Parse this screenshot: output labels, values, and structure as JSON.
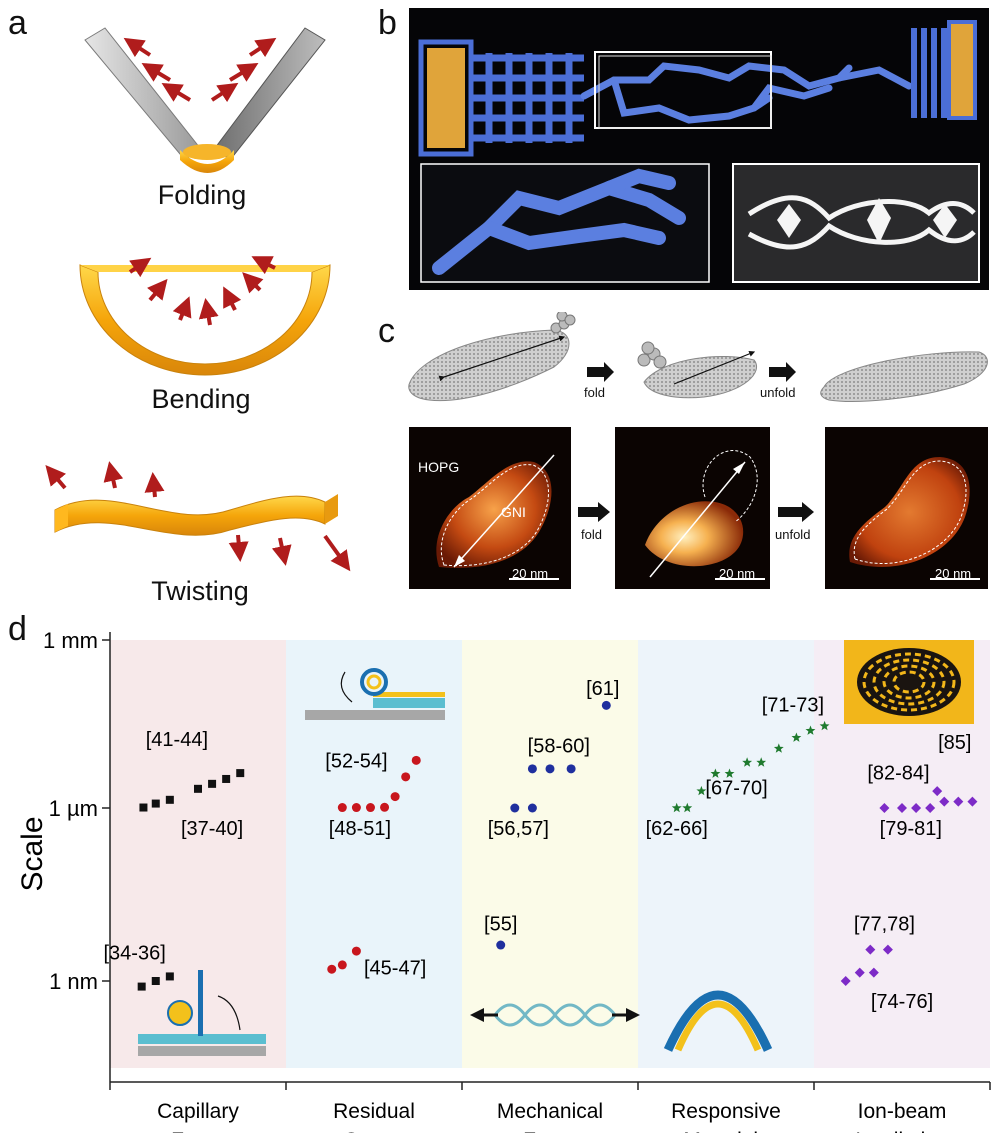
{
  "panels": {
    "a": {
      "label": "a",
      "modes": [
        "Folding",
        "Bending",
        "Twisting"
      ]
    },
    "b": {
      "label": "b"
    },
    "c": {
      "label": "c",
      "fold": "fold",
      "unfold": "unfold",
      "hopg": "HOPG",
      "gni": "GNI",
      "scalebar": "20 nm"
    },
    "d": {
      "label": "d"
    }
  },
  "chart_data": {
    "type": "scatter",
    "ylabel": "Scale",
    "yscale": "log",
    "yticks": [
      "1 nm",
      "1 µm",
      "1 mm"
    ],
    "categories": [
      "Capillary\nForce",
      "Residual\nStress",
      "Mechanical\nForce",
      "Responsive\nMaterials",
      "Ion-beam\nIrradiation"
    ],
    "category_lines": [
      [
        "Capillary",
        "Force"
      ],
      [
        "Residual",
        "Stress"
      ],
      [
        "Mechanical",
        "Force"
      ],
      [
        "Responsive",
        "Materials"
      ],
      [
        "Ion-beam",
        "Irradiation"
      ]
    ],
    "band_colors": [
      "#f7e9ea",
      "#e9f4fa",
      "#fbfbe8",
      "#edf4fa",
      "#f5edf5"
    ],
    "series": [
      {
        "name": "Capillary Force",
        "marker": "square",
        "color": "#111111",
        "points": [
          [
            0.18,
            0.8
          ],
          [
            0.26,
            1.0
          ],
          [
            0.34,
            1.2
          ],
          [
            0.19,
            1020.0
          ],
          [
            0.26,
            1200.0
          ],
          [
            0.34,
            1400.0
          ],
          [
            0.5,
            2200.0
          ],
          [
            0.58,
            2700.0
          ],
          [
            0.66,
            3300.0
          ],
          [
            0.74,
            4200.0
          ]
        ]
      },
      {
        "name": "Residual Stress",
        "marker": "circle",
        "color": "#c8161d",
        "points": [
          [
            0.26,
            1.6
          ],
          [
            0.32,
            1.9
          ],
          [
            0.4,
            3.3
          ],
          [
            0.32,
            1020.0
          ],
          [
            0.4,
            1020.0
          ],
          [
            0.48,
            1020.0
          ],
          [
            0.56,
            1030.0
          ],
          [
            0.62,
            1600.0
          ],
          [
            0.68,
            3600.0
          ],
          [
            0.74,
            7100.0
          ]
        ]
      },
      {
        "name": "Mechanical Force",
        "marker": "circle",
        "color": "#1f2f9e",
        "points": [
          [
            0.22,
            4.2
          ],
          [
            0.3,
            1000.0
          ],
          [
            0.4,
            1000.0
          ],
          [
            0.4,
            5000.0
          ],
          [
            0.5,
            5000.0
          ],
          [
            0.62,
            5000.0
          ],
          [
            0.82,
            68000.0
          ]
        ]
      },
      {
        "name": "Responsive Materials",
        "marker": "star",
        "color": "#1f7a2e",
        "points": [
          [
            0.22,
            1000.0
          ],
          [
            0.28,
            1000.0
          ],
          [
            0.36,
            2000.0
          ],
          [
            0.44,
            4100.0
          ],
          [
            0.52,
            4100.0
          ],
          [
            0.62,
            6500.0
          ],
          [
            0.7,
            6500.0
          ],
          [
            0.8,
            11500.0
          ],
          [
            0.9,
            18000.0
          ],
          [
            0.98,
            24000.0
          ],
          [
            1.06,
            29000.0
          ]
        ]
      },
      {
        "name": "Ion-beam Irradiation",
        "marker": "diamond",
        "color": "#7d2bc7",
        "points": [
          [
            0.18,
            1.0
          ],
          [
            0.26,
            1.4
          ],
          [
            0.34,
            1.4
          ],
          [
            0.32,
            3.5
          ],
          [
            0.42,
            3.5
          ],
          [
            0.4,
            1000.0
          ],
          [
            0.5,
            1000.0
          ],
          [
            0.58,
            1000.0
          ],
          [
            0.66,
            1000.0
          ],
          [
            0.74,
            1300.0
          ],
          [
            0.82,
            1300.0
          ],
          [
            0.9,
            1300.0
          ],
          [
            0.7,
            2000.0
          ]
        ]
      }
    ],
    "annotations": [
      {
        "text": "[34-36]",
        "cat": 0,
        "dx": 0.14,
        "y": 3.1
      },
      {
        "text": "[41-44]",
        "cat": 0,
        "dx": 0.38,
        "y": 17000.0
      },
      {
        "text": "[37-40]",
        "cat": 0,
        "dx": 0.58,
        "y": 450.0
      },
      {
        "text": "[45-47]",
        "cat": 1,
        "dx": 0.62,
        "y": 1.7
      },
      {
        "text": "[52-54]",
        "cat": 1,
        "dx": 0.4,
        "y": 7000.0
      },
      {
        "text": "[48-51]",
        "cat": 1,
        "dx": 0.42,
        "y": 450.0
      },
      {
        "text": "[55]",
        "cat": 2,
        "dx": 0.22,
        "y": 10.0
      },
      {
        "text": "[56,57]",
        "cat": 2,
        "dx": 0.32,
        "y": 450.0
      },
      {
        "text": "[58-60]",
        "cat": 2,
        "dx": 0.55,
        "y": 13000.0
      },
      {
        "text": "[61]",
        "cat": 2,
        "dx": 0.8,
        "y": 140000.0
      },
      {
        "text": "[62-66]",
        "cat": 3,
        "dx": 0.22,
        "y": 450.0
      },
      {
        "text": "[67-70]",
        "cat": 3,
        "dx": 0.56,
        "y": 2300.0
      },
      {
        "text": "[71-73]",
        "cat": 3,
        "dx": 0.88,
        "y": 70000.0
      },
      {
        "text": "[77,78]",
        "cat": 4,
        "dx": 0.4,
        "y": 10.0
      },
      {
        "text": "[74-76]",
        "cat": 4,
        "dx": 0.5,
        "y": 0.45
      },
      {
        "text": "[82-84]",
        "cat": 4,
        "dx": 0.48,
        "y": 4300.0
      },
      {
        "text": "[79-81]",
        "cat": 4,
        "dx": 0.55,
        "y": 450.0
      },
      {
        "text": "[85]",
        "cat": 4,
        "dx": 0.8,
        "y": 15000.0
      }
    ]
  }
}
